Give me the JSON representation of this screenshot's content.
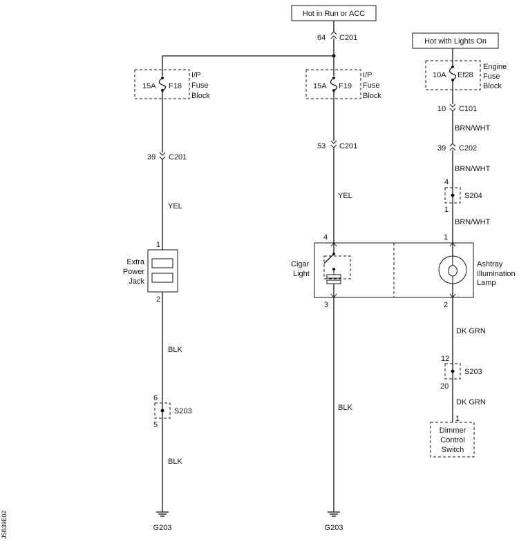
{
  "sources": {
    "hot_run_acc": "Hot in Run or ACC",
    "hot_lights_on": "Hot with Lights On"
  },
  "connectors": {
    "c201_top_pin": "64",
    "c201_top": "C201",
    "c201_left_pin": "39",
    "c201_left": "C201",
    "c201_mid_pin": "53",
    "c201_mid": "C201",
    "c101_pin": "10",
    "c101": "C101",
    "c202_pin": "39",
    "c202": "C202"
  },
  "fuses": {
    "f18": {
      "rating": "15A",
      "name": "F18",
      "block_lines": [
        "I/P",
        "Fuse",
        "Block"
      ]
    },
    "f19": {
      "rating": "15A",
      "name": "F19",
      "block_lines": [
        "I/P",
        "Fuse",
        "Block"
      ]
    },
    "ef28": {
      "rating": "10A",
      "name": "Ef28",
      "block_lines": [
        "Engine",
        "Fuse",
        "Block"
      ]
    }
  },
  "wires": {
    "left_upper": "YEL",
    "mid_upper": "YEL",
    "right_1": "BRN/WHT",
    "right_2": "BRN/WHT",
    "right_3": "BRN/WHT",
    "left_lower_1": "BLK",
    "left_lower_2": "BLK",
    "mid_lower": "BLK",
    "right_lower_1": "DK GRN",
    "right_lower_2": "DK GRN"
  },
  "splices": {
    "s204": {
      "name": "S204",
      "pin_in": "4",
      "pin_out": "1"
    },
    "s203_left": {
      "name": "S203",
      "pin_in": "6",
      "pin_out": "5"
    },
    "s203_right": {
      "name": "S203",
      "pin_in": "12",
      "pin_out": "20"
    }
  },
  "components": {
    "power_jack": {
      "lines": [
        "Extra",
        "Power",
        "Jack"
      ],
      "pin_top": "1",
      "pin_bottom": "2"
    },
    "cigar_light": {
      "lines": [
        "Cigar",
        "Light"
      ],
      "pin_top": "4",
      "pin_bottom": "3"
    },
    "ashtray_lamp": {
      "lines": [
        "Ashtray",
        "Illumination",
        "Lamp"
      ],
      "pin_top": "1",
      "pin_bottom": "2"
    },
    "dimmer_switch": {
      "lines": [
        "Dimmer",
        "Control",
        "Switch"
      ],
      "pin": "1"
    }
  },
  "grounds": {
    "left": "G203",
    "mid": "G203"
  },
  "figure_code": "J5B39E02"
}
